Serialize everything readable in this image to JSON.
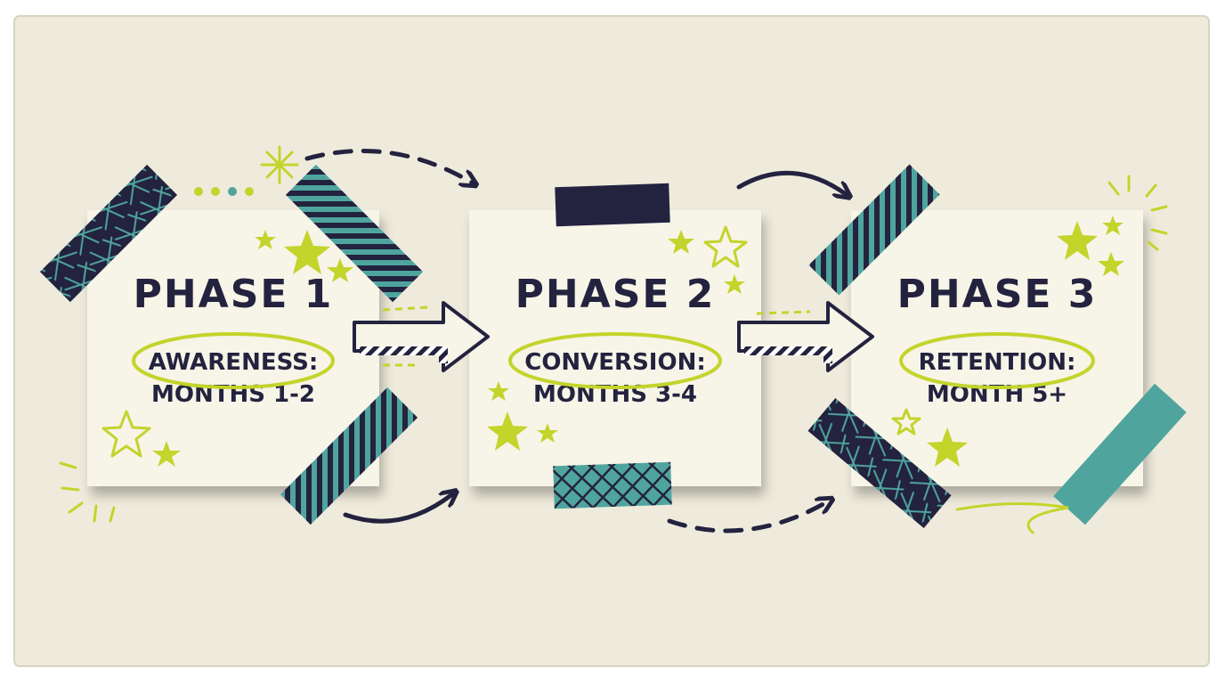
{
  "colors": {
    "paper": "#efebdc",
    "card": "#f7f4e8",
    "navy": "#23233f",
    "teal": "#4fa59e",
    "lime": "#c3d42b"
  },
  "phases": [
    {
      "title": "PHASE 1",
      "name": "AWARENESS:",
      "period": "MONTHS 1-2"
    },
    {
      "title": "PHASE 2",
      "name": "CONVERSION:",
      "period": "MONTHS 3-4"
    },
    {
      "title": "PHASE 3",
      "name": "RETENTION:",
      "period": "MONTH 5+"
    }
  ],
  "decorations": {
    "tape": [
      "navy-lattice-tape",
      "teal-stripe-tape",
      "navy-solid-tape",
      "teal-crosshatch-tape",
      "teal-solid-tape"
    ],
    "icons": [
      "star-icon",
      "sparkle-icon",
      "dots-icon",
      "block-arrow-icon",
      "curved-arrow-icon"
    ]
  }
}
